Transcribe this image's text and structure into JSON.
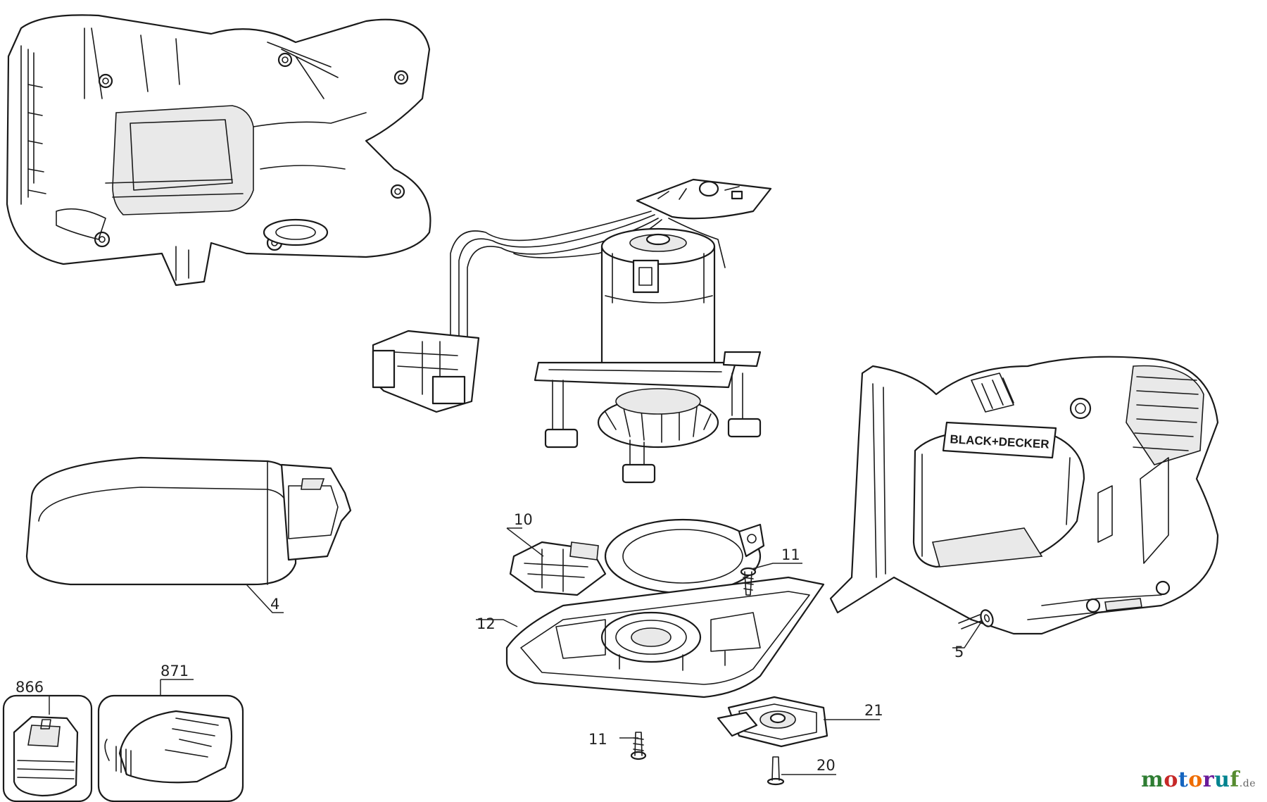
{
  "parts": {
    "battery_pack": "4",
    "bolt": "5",
    "switch_assembly": "10",
    "screw_upper": "11",
    "screw_lower": "11",
    "sanding_platen": "12",
    "platen_clamp": "21",
    "pin": "20",
    "battery_accessory": "866",
    "charger_accessory": "871"
  },
  "brand_logo": "BLACK+DECKER",
  "watermark": {
    "letters": [
      "m",
      "o",
      "t",
      "o",
      "r",
      "u",
      "f"
    ],
    "suffix": ".de",
    "colors": [
      "#2e7d32",
      "#c62828",
      "#1565c0",
      "#ef6c00",
      "#6a1b9a",
      "#00838f",
      "#558b2f"
    ]
  }
}
